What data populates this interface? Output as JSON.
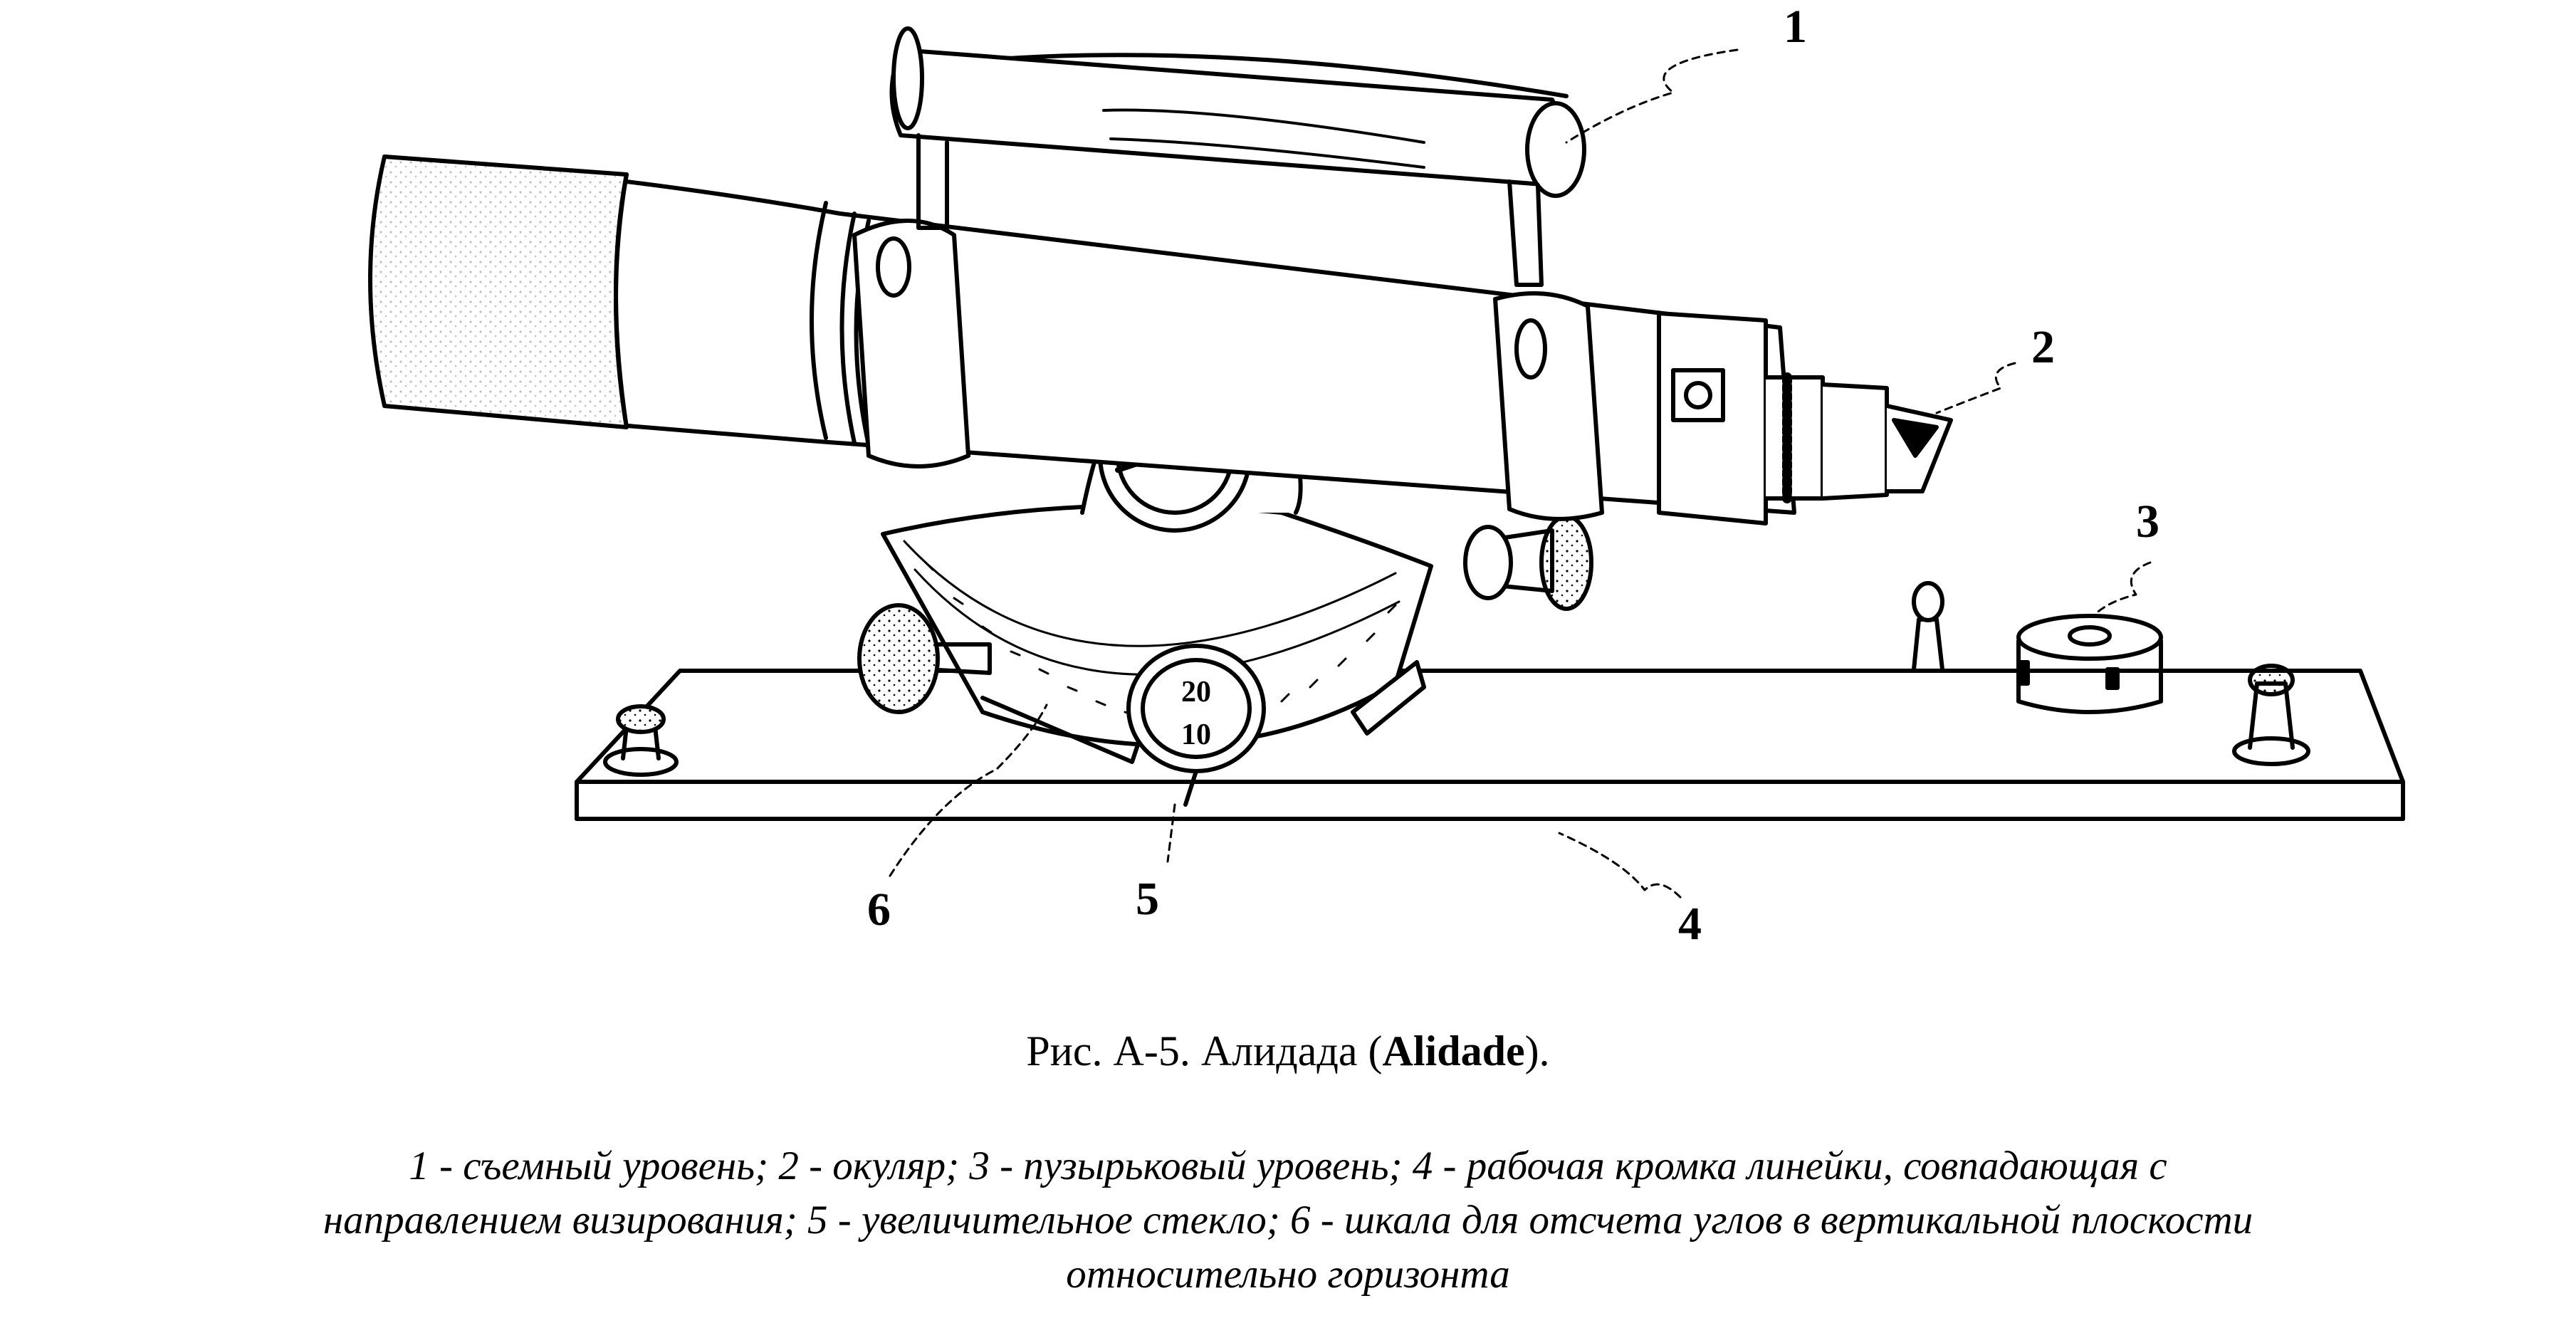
{
  "figure": {
    "subject": "alidade",
    "callouts": [
      "1",
      "2",
      "3",
      "4",
      "5",
      "6"
    ],
    "dial_numbers": [
      "20",
      "10"
    ]
  },
  "caption": {
    "prefix": "Рис. А-5. Алидада (",
    "latin_name": "Alidade",
    "suffix": ")."
  },
  "legend": {
    "line1": "1 - съемный уровень; 2 - окуляр; 3 - пузырьковый уровень; 4 - рабочая кромка линейки, совпадающая с",
    "line2": "направлением визирования; 5 - увеличительное стекло; 6 - шкала для отсчета углов в вертикальной плоскости",
    "line3": "относительно горизонта"
  }
}
